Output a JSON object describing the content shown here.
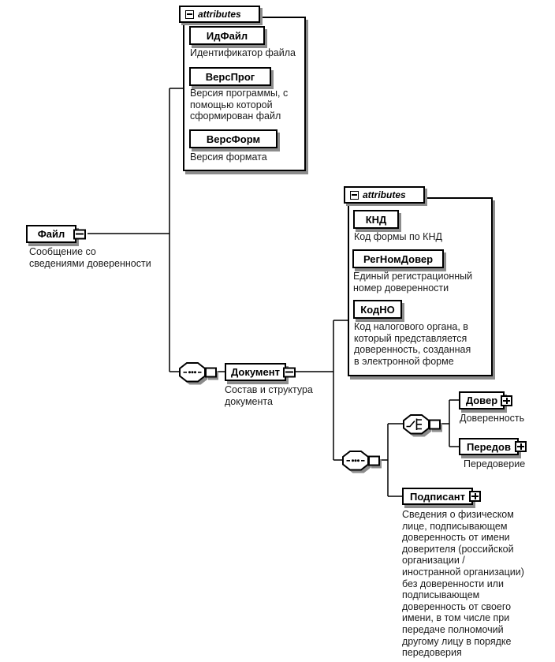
{
  "page": {
    "background": "#ffffff",
    "line_color": "#000000",
    "shadow_color": "#8c8c8c"
  },
  "root_element": {
    "name": "Файл",
    "caption": "Сообщение со\nсведениями доверенности"
  },
  "left_attributes": {
    "header_label": "attributes",
    "items": [
      {
        "name": "ИдФайл",
        "caption": "Идентификатор файла"
      },
      {
        "name": "ВерсПрог",
        "caption": "Версия программы, с\nпомощью которой\nсформирован файл"
      },
      {
        "name": "ВерсФорм",
        "caption": "Версия формата"
      }
    ]
  },
  "document_element": {
    "name": "Документ",
    "caption": "Состав и структура\nдокумента"
  },
  "right_attributes": {
    "header_label": "attributes",
    "items": [
      {
        "name": "КНД",
        "caption": "Код формы по КНД"
      },
      {
        "name": "РегНомДовер",
        "caption": "Единый регистрационный\nномер доверенности"
      },
      {
        "name": "КодНО",
        "caption": "Код налогового органа, в\nкоторый представляется\nдоверенность, созданная\nв электронной форме"
      }
    ]
  },
  "choice_children": {
    "dover": {
      "name": "Довер",
      "caption": "Доверенность"
    },
    "peredov": {
      "name": "Передов",
      "caption": "Передоверие"
    }
  },
  "podpisant": {
    "name": "Подписант",
    "caption": "Сведения о физическом\nлице, подписывающем\nдоверенность от имени\nдоверителя (российской\nорганизации /\nиностранной организации)\nбез доверенности или\nподписывающем\nдоверенность от своего\nимени, в том числе при\nпередаче полномочий\nдругому лицу в порядке\nпередоверия"
  }
}
